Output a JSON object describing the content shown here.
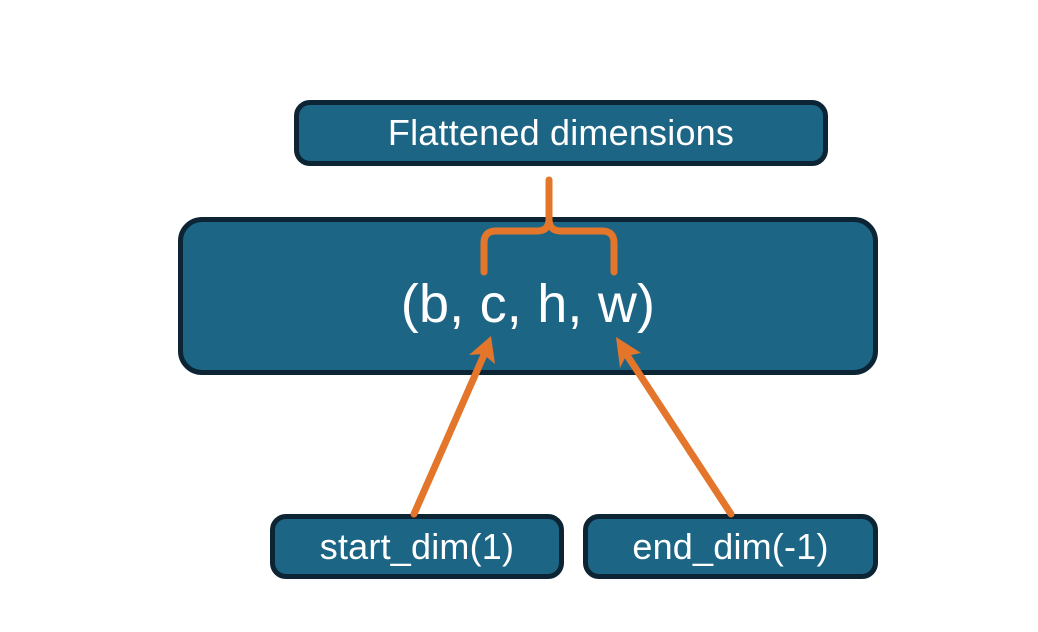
{
  "diagram": {
    "title_node": {
      "label": "Flattened dimensions",
      "name": "flattened-dimensions-box"
    },
    "shape_node": {
      "label": "(b, c, h, w)",
      "name": "tensor-shape-box"
    },
    "start_node": {
      "label": "start_dim(1)",
      "name": "start-dim-box"
    },
    "end_node": {
      "label": "end_dim(-1)",
      "name": "end-dim-box"
    },
    "annotations": {
      "brace": "curly-brace-grouping-c-h-w",
      "arrow_left": "arrow-start-dim-to-c",
      "arrow_right": "arrow-end-dim-to-w"
    },
    "colors": {
      "box_fill": "#1d6585",
      "box_border": "#0c2433",
      "accent_orange": "#e3762b",
      "text": "#ffffff",
      "background": "#ffffff"
    }
  }
}
